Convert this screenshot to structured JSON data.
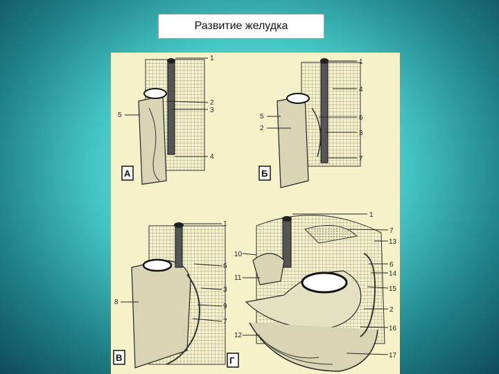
{
  "slide": {
    "title": "Развитие желудка"
  },
  "figure": {
    "panels": [
      {
        "letter": "А",
        "labels": [
          "1",
          "2",
          "3",
          "5",
          "4"
        ]
      },
      {
        "letter": "Б",
        "labels": [
          "1",
          "4",
          "5",
          "6",
          "2",
          "3",
          "7"
        ]
      },
      {
        "letter": "В",
        "labels": [
          "1",
          "6",
          "8",
          "3",
          "9",
          "7"
        ]
      },
      {
        "letter": "Г",
        "labels": [
          "1",
          "7",
          "13",
          "10",
          "6",
          "14",
          "11",
          "15",
          "2",
          "16",
          "12",
          "17"
        ]
      }
    ]
  }
}
